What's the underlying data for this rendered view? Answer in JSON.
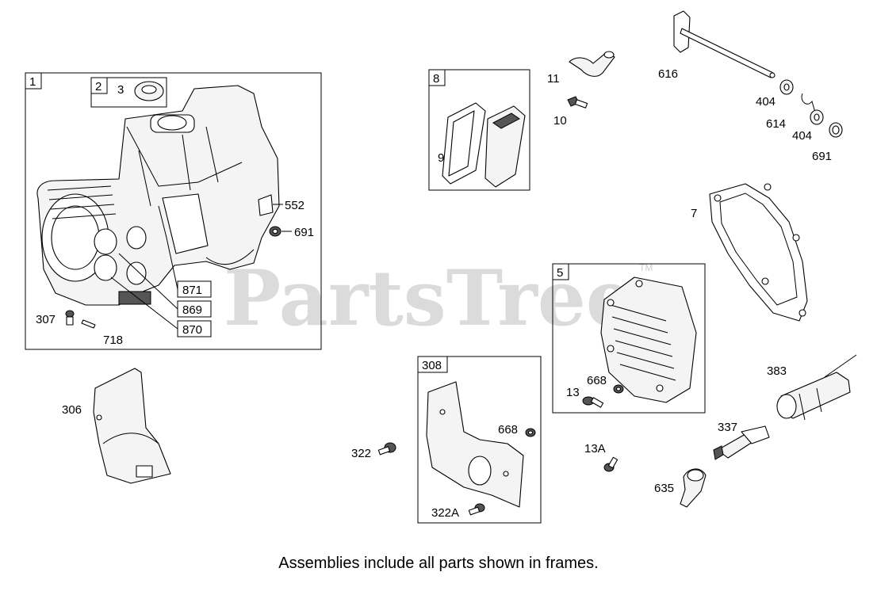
{
  "watermark": {
    "text": "PartsTree",
    "tm": "TM"
  },
  "frames": {
    "f1": "1",
    "f2": "2",
    "f8": "8",
    "f5": "5",
    "f308": "308"
  },
  "callouts": {
    "c3": "3",
    "c552": "552",
    "c691a": "691",
    "c871": "871",
    "c869": "869",
    "c870": "870",
    "c307": "307",
    "c718": "718",
    "c306": "306",
    "c9": "9",
    "c11": "11",
    "c10": "10",
    "c616": "616",
    "c404a": "404",
    "c614": "614",
    "c404b": "404",
    "c691b": "691",
    "c7": "7",
    "c668a": "668",
    "c13": "13",
    "c383": "383",
    "c337": "337",
    "c322": "322",
    "c668b": "668",
    "c322A": "322A",
    "c13A": "13A",
    "c635": "635"
  },
  "footer_note": "Assemblies include all parts shown in frames."
}
